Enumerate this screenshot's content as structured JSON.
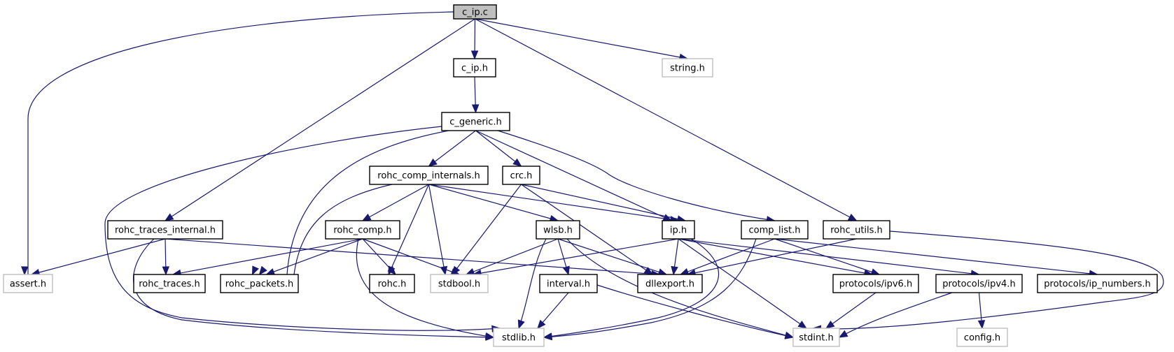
{
  "title": "c_ip.c",
  "colors": {
    "edge": "#191970",
    "node_border": "#000000",
    "external_border": "#bfbfbf",
    "root_fill": "#bfbfbf",
    "node_fill": "#ffffff"
  },
  "nodes": [
    {
      "id": "c_ip_c",
      "label": "c_ip.c",
      "kind": "root"
    },
    {
      "id": "c_ip_h",
      "label": "c_ip.h",
      "kind": "local"
    },
    {
      "id": "string_h",
      "label": "string.h",
      "kind": "system"
    },
    {
      "id": "c_generic_h",
      "label": "c_generic.h",
      "kind": "local"
    },
    {
      "id": "rohc_comp_internals_h",
      "label": "rohc_comp_internals.h",
      "kind": "local"
    },
    {
      "id": "crc_h",
      "label": "crc.h",
      "kind": "local"
    },
    {
      "id": "rohc_traces_internal_h",
      "label": "rohc_traces_internal.h",
      "kind": "local"
    },
    {
      "id": "rohc_comp_h",
      "label": "rohc_comp.h",
      "kind": "local"
    },
    {
      "id": "wlsb_h",
      "label": "wlsb.h",
      "kind": "local"
    },
    {
      "id": "ip_h",
      "label": "ip.h",
      "kind": "local"
    },
    {
      "id": "comp_list_h",
      "label": "comp_list.h",
      "kind": "local"
    },
    {
      "id": "rohc_utils_h",
      "label": "rohc_utils.h",
      "kind": "local"
    },
    {
      "id": "assert_h",
      "label": "assert.h",
      "kind": "system"
    },
    {
      "id": "rohc_traces_h",
      "label": "rohc_traces.h",
      "kind": "local"
    },
    {
      "id": "rohc_packets_h",
      "label": "rohc_packets.h",
      "kind": "local"
    },
    {
      "id": "rohc_h",
      "label": "rohc.h",
      "kind": "local"
    },
    {
      "id": "stdbool_h",
      "label": "stdbool.h",
      "kind": "system"
    },
    {
      "id": "interval_h",
      "label": "interval.h",
      "kind": "local"
    },
    {
      "id": "dllexport_h",
      "label": "dllexport.h",
      "kind": "local"
    },
    {
      "id": "protocols_ipv6_h",
      "label": "protocols/ipv6.h",
      "kind": "local"
    },
    {
      "id": "protocols_ipv4_h",
      "label": "protocols/ipv4.h",
      "kind": "local"
    },
    {
      "id": "protocols_ip_numbers_h",
      "label": "protocols/ip_numbers.h",
      "kind": "local"
    },
    {
      "id": "stdlib_h",
      "label": "stdlib.h",
      "kind": "system"
    },
    {
      "id": "stdint_h",
      "label": "stdint.h",
      "kind": "system"
    },
    {
      "id": "config_h",
      "label": "config.h",
      "kind": "system"
    }
  ],
  "edges": [
    [
      "c_ip_c",
      "assert_h"
    ],
    [
      "c_ip_c",
      "rohc_traces_internal_h"
    ],
    [
      "c_ip_c",
      "c_ip_h"
    ],
    [
      "c_ip_c",
      "string_h"
    ],
    [
      "c_ip_c",
      "rohc_utils_h"
    ],
    [
      "c_ip_h",
      "c_generic_h"
    ],
    [
      "c_generic_h",
      "stdlib_h"
    ],
    [
      "c_generic_h",
      "rohc_packets_h"
    ],
    [
      "c_generic_h",
      "rohc_comp_internals_h"
    ],
    [
      "c_generic_h",
      "crc_h"
    ],
    [
      "c_generic_h",
      "ip_h"
    ],
    [
      "c_generic_h",
      "comp_list_h"
    ],
    [
      "rohc_comp_internals_h",
      "rohc_packets_h"
    ],
    [
      "rohc_comp_internals_h",
      "rohc_comp_h"
    ],
    [
      "rohc_comp_internals_h",
      "rohc_h"
    ],
    [
      "rohc_comp_internals_h",
      "stdbool_h"
    ],
    [
      "rohc_comp_internals_h",
      "wlsb_h"
    ],
    [
      "rohc_comp_internals_h",
      "ip_h"
    ],
    [
      "crc_h",
      "stdbool_h"
    ],
    [
      "crc_h",
      "ip_h"
    ],
    [
      "crc_h",
      "dllexport_h"
    ],
    [
      "rohc_traces_internal_h",
      "assert_h"
    ],
    [
      "rohc_traces_internal_h",
      "rohc_traces_h"
    ],
    [
      "rohc_traces_internal_h",
      "stdlib_h"
    ],
    [
      "rohc_traces_internal_h",
      "dllexport_h"
    ],
    [
      "rohc_comp_h",
      "rohc_traces_h"
    ],
    [
      "rohc_comp_h",
      "rohc_packets_h"
    ],
    [
      "rohc_comp_h",
      "rohc_h"
    ],
    [
      "rohc_comp_h",
      "stdbool_h"
    ],
    [
      "rohc_comp_h",
      "stdlib_h"
    ],
    [
      "wlsb_h",
      "stdbool_h"
    ],
    [
      "wlsb_h",
      "stdlib_h"
    ],
    [
      "wlsb_h",
      "interval_h"
    ],
    [
      "wlsb_h",
      "dllexport_h"
    ],
    [
      "wlsb_h",
      "stdint_h"
    ],
    [
      "ip_h",
      "stdbool_h"
    ],
    [
      "ip_h",
      "dllexport_h"
    ],
    [
      "ip_h",
      "stdlib_h"
    ],
    [
      "ip_h",
      "stdint_h"
    ],
    [
      "ip_h",
      "protocols_ipv6_h"
    ],
    [
      "ip_h",
      "protocols_ipv4_h"
    ],
    [
      "comp_list_h",
      "dllexport_h"
    ],
    [
      "comp_list_h",
      "stdlib_h"
    ],
    [
      "comp_list_h",
      "protocols_ipv6_h"
    ],
    [
      "comp_list_h",
      "protocols_ip_numbers_h"
    ],
    [
      "rohc_utils_h",
      "dllexport_h"
    ],
    [
      "rohc_utils_h",
      "stdint_h"
    ],
    [
      "interval_h",
      "stdlib_h"
    ],
    [
      "interval_h",
      "stdint_h"
    ],
    [
      "protocols_ipv6_h",
      "stdint_h"
    ],
    [
      "protocols_ipv4_h",
      "stdint_h"
    ],
    [
      "protocols_ipv4_h",
      "config_h"
    ]
  ]
}
